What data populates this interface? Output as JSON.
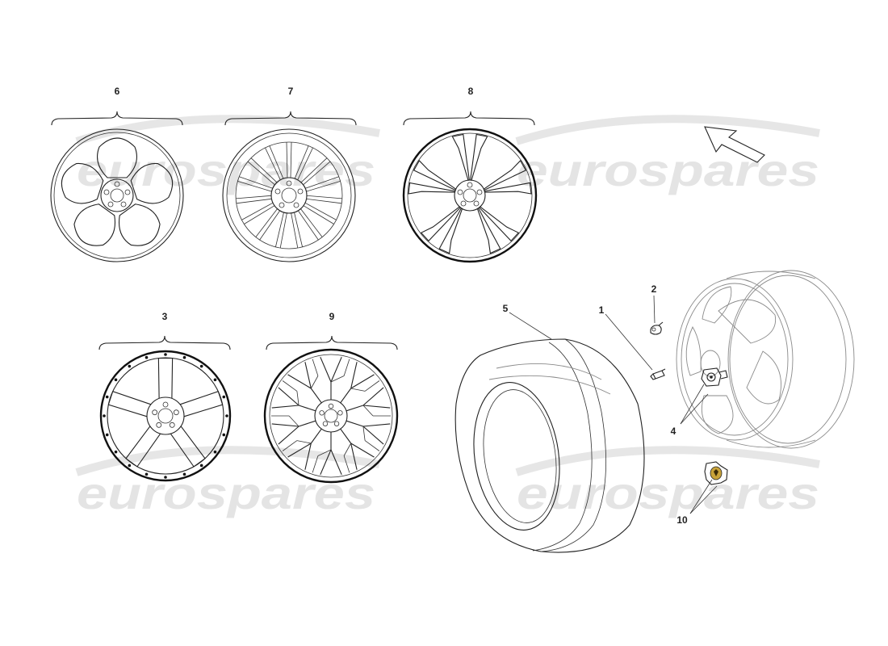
{
  "watermark": {
    "text": "eurospares"
  },
  "callouts": {
    "c1": "1",
    "c2": "2",
    "c3": "3",
    "c4": "4",
    "c5": "5",
    "c6": "6",
    "c7": "7",
    "c8": "8",
    "c9": "9",
    "c10": "10"
  },
  "parts": [
    {
      "ref": "1",
      "icon": "valve-stem-icon"
    },
    {
      "ref": "2",
      "icon": "valve-cap-icon"
    },
    {
      "ref": "3",
      "icon": "wheel-rim-icon"
    },
    {
      "ref": "4",
      "icon": "hub-nut-icon"
    },
    {
      "ref": "5",
      "icon": "tyre-icon"
    },
    {
      "ref": "6",
      "icon": "wheel-rim-icon"
    },
    {
      "ref": "7",
      "icon": "wheel-rim-icon"
    },
    {
      "ref": "8",
      "icon": "wheel-rim-icon"
    },
    {
      "ref": "9",
      "icon": "wheel-rim-icon"
    },
    {
      "ref": "10",
      "icon": "center-cap-icon"
    }
  ],
  "colors": {
    "line": "#222222",
    "watermark": "#dcdcdc",
    "emblem": "#c9a33a"
  }
}
